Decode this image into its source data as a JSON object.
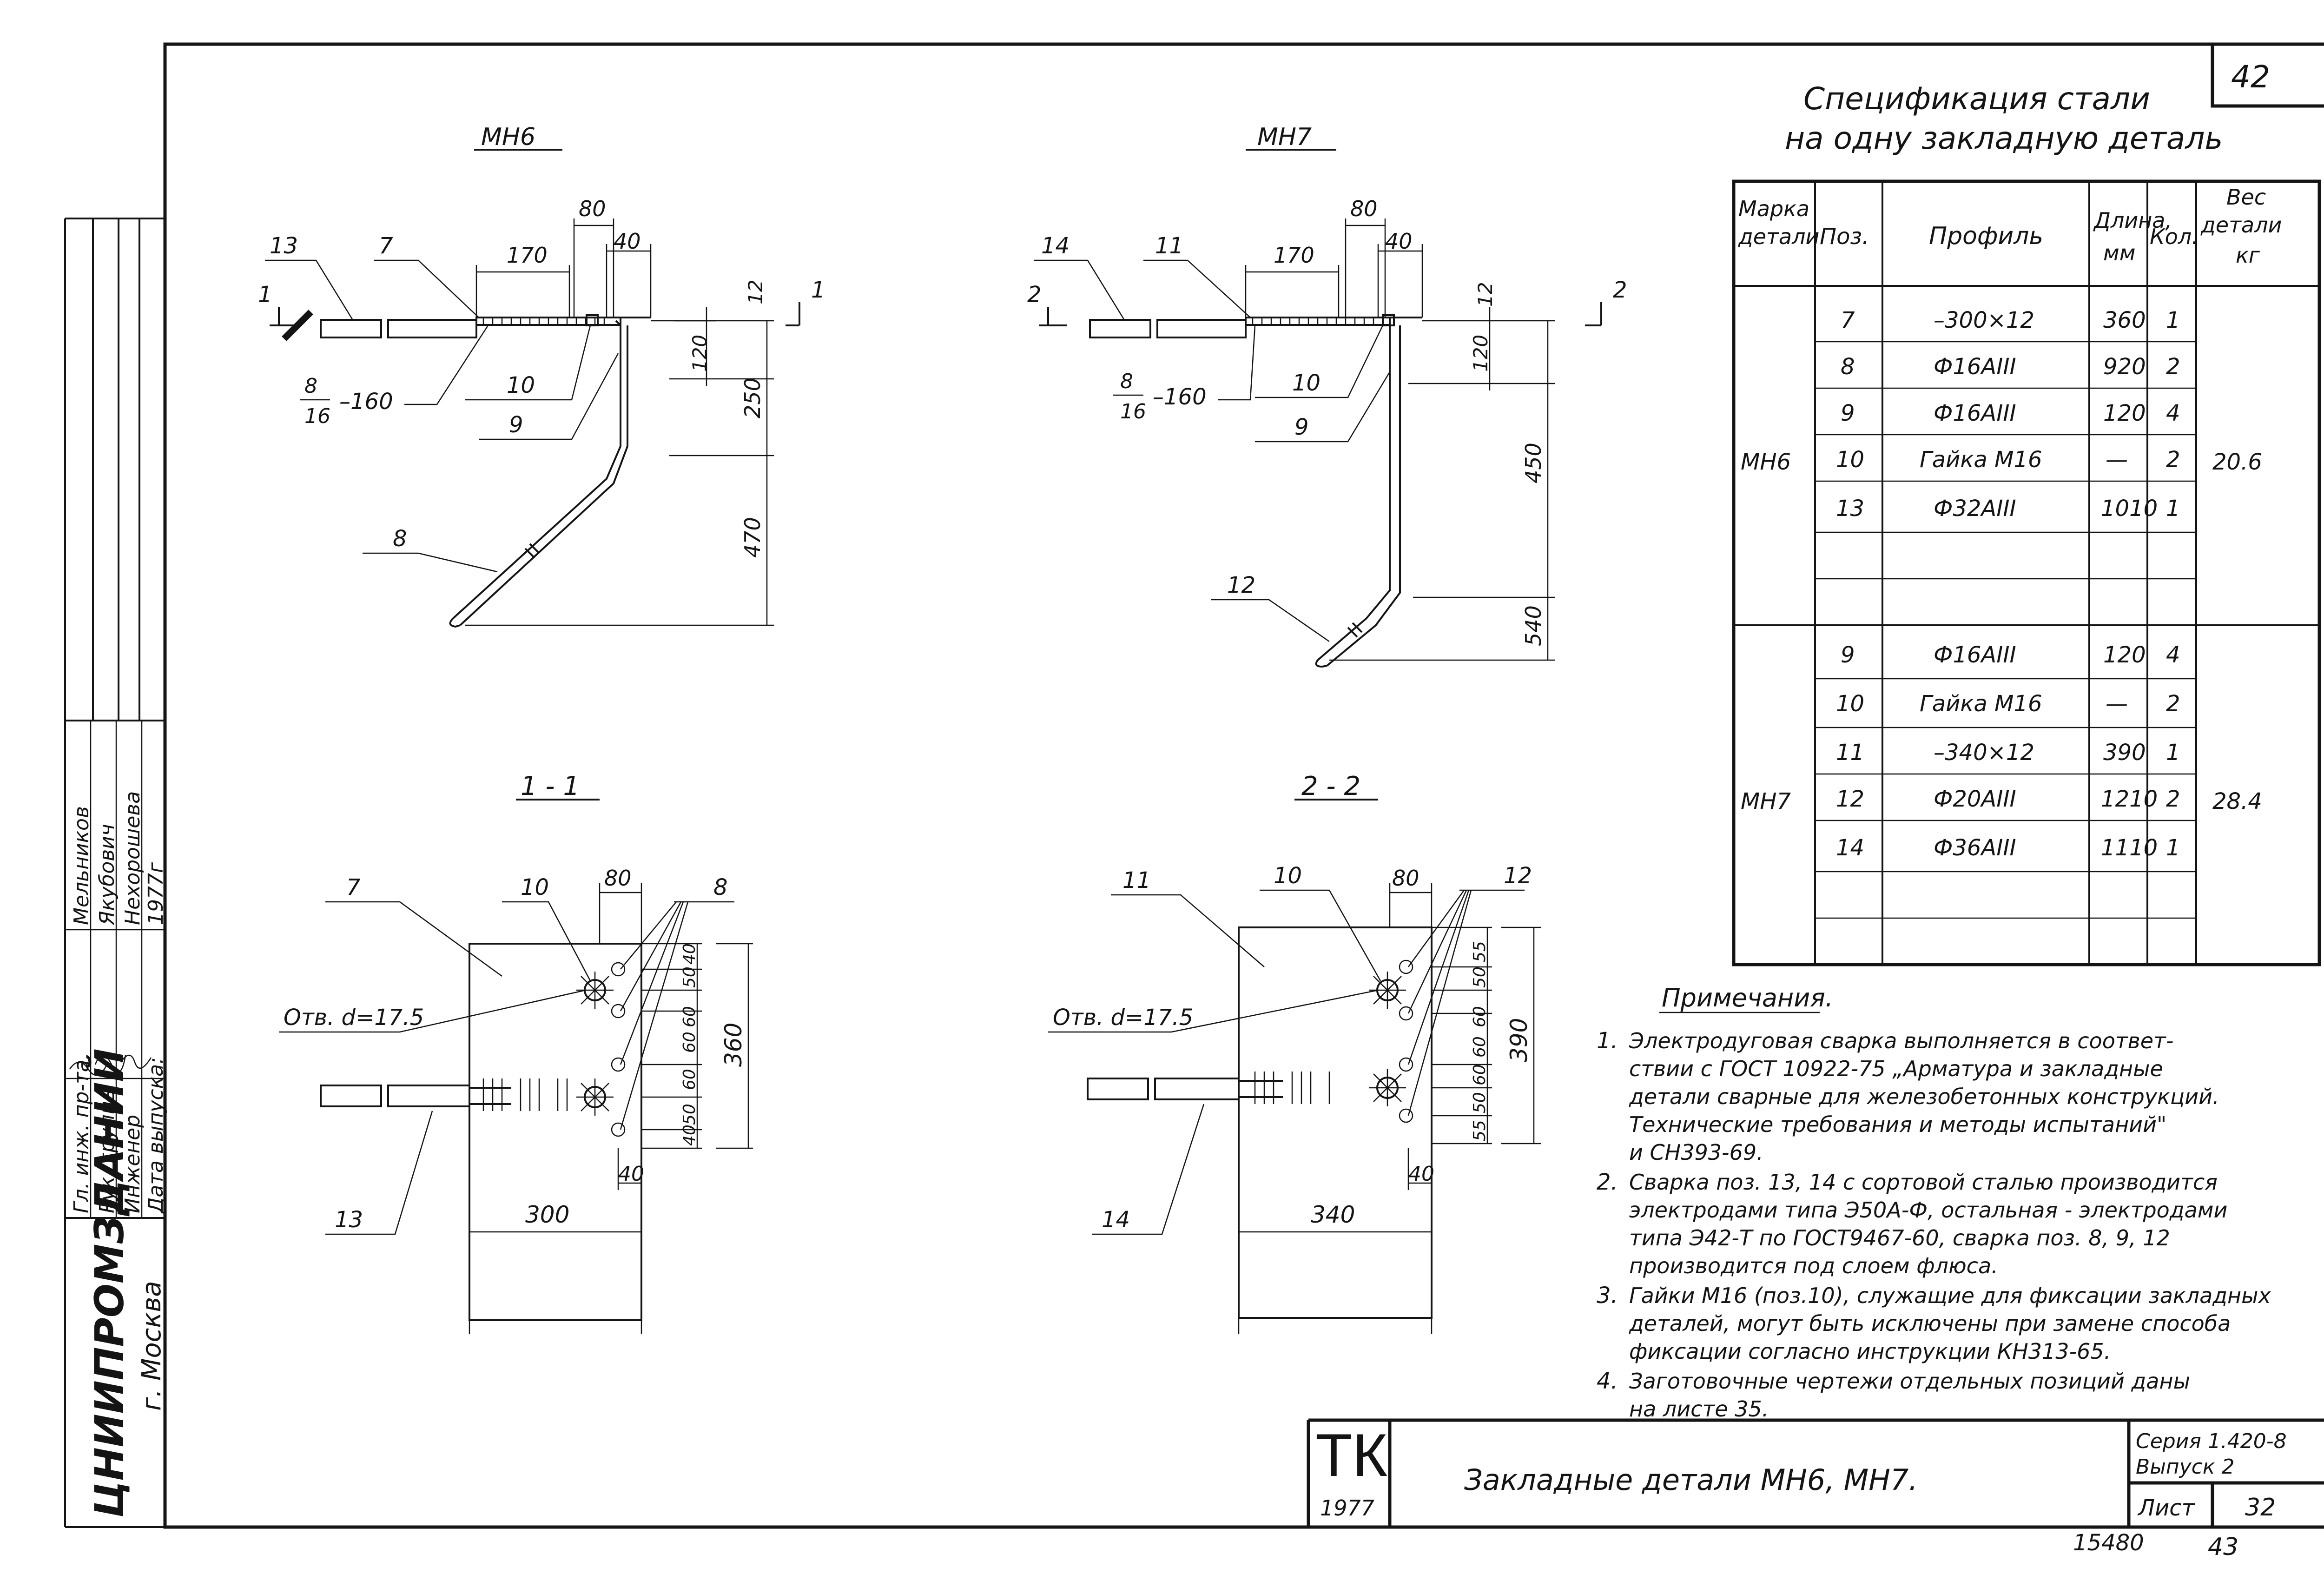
{
  "sheet_number": "42",
  "spec": {
    "title_line1": "Спецификация стали",
    "title_line2": "на одну закладную деталь",
    "headers": {
      "mark": [
        "Марка",
        "детали"
      ],
      "pos": "Поз.",
      "profile": "Профиль",
      "length": [
        "Длина,",
        "мм"
      ],
      "qty": "Кол.",
      "weight": [
        "Вес",
        "детали",
        "кг"
      ]
    },
    "groups": [
      {
        "mark": "МН6",
        "weight": "20.6",
        "rows": [
          {
            "pos": "7",
            "profile": "–300×12",
            "length": "360",
            "qty": "1"
          },
          {
            "pos": "8",
            "profile": "Ф16АIII",
            "length": "920",
            "qty": "2"
          },
          {
            "pos": "9",
            "profile": "Ф16АIII",
            "length": "120",
            "qty": "4"
          },
          {
            "pos": "10",
            "profile": "Гайка М16",
            "length": "—",
            "qty": "2"
          },
          {
            "pos": "13",
            "profile": "Ф32АIII",
            "length": "1010",
            "qty": "1"
          }
        ]
      },
      {
        "mark": "МН7",
        "weight": "28.4",
        "rows": [
          {
            "pos": "9",
            "profile": "Ф16АIII",
            "length": "120",
            "qty": "4"
          },
          {
            "pos": "10",
            "profile": "Гайка М16",
            "length": "—",
            "qty": "2"
          },
          {
            "pos": "11",
            "profile": "–340×12",
            "length": "390",
            "qty": "1"
          },
          {
            "pos": "12",
            "profile": "Ф20АIII",
            "length": "1210",
            "qty": "2"
          },
          {
            "pos": "14",
            "profile": "Ф36АIII",
            "length": "1110",
            "qty": "1"
          }
        ]
      }
    ]
  },
  "views": {
    "mn6": {
      "title": "МН6",
      "callouts": {
        "p13": "13",
        "p7": "7",
        "p10": "10",
        "p9": "9",
        "p8": "8",
        "weld_top": "8",
        "weld_bottom": "16",
        "weld_len": "–160",
        "section": "1"
      },
      "dims": {
        "d170": "170",
        "d80": "80",
        "d40": "40",
        "d12": "12",
        "d120": "120",
        "d250": "250",
        "d470": "470"
      }
    },
    "mn7": {
      "title": "МН7",
      "callouts": {
        "p14": "14",
        "p11": "11",
        "p10": "10",
        "p9": "9",
        "p12": "12",
        "weld_top": "8",
        "weld_bottom": "16",
        "weld_len": "–160",
        "section": "2"
      },
      "dims": {
        "d170": "170",
        "d80": "80",
        "d40": "40",
        "d12": "12",
        "d120": "120",
        "d450": "450",
        "d540": "540"
      }
    },
    "sec1": {
      "title": "1 - 1",
      "callouts": {
        "p7": "7",
        "p10": "10",
        "p8": "8",
        "p13": "13"
      },
      "hole": "Отв. d=17.5",
      "dims": {
        "d80": "80",
        "d360": "360",
        "d300": "300",
        "d40": "40",
        "chain": [
          "40",
          "50",
          "60",
          "60",
          "60",
          "50",
          "40"
        ]
      }
    },
    "sec2": {
      "title": "2 - 2",
      "callouts": {
        "p11": "11",
        "p10": "10",
        "p12": "12",
        "p14": "14"
      },
      "hole": "Отв. d=17.5",
      "dims": {
        "d80": "80",
        "d390": "390",
        "d340": "340",
        "d40": "40",
        "chain": [
          "55",
          "50",
          "60",
          "60",
          "60",
          "50",
          "55"
        ]
      }
    }
  },
  "notes": {
    "heading": "Примечания.",
    "items": [
      {
        "num": "1.",
        "lines": [
          "Электродуговая сварка выполняется в соответ-",
          "ствии с ГОСТ 10922-75 „Арматура и закладные",
          "детали сварные для железобетонных конструкций.",
          "Технические требования и методы испытаний\"",
          "и СН393-69."
        ]
      },
      {
        "num": "2.",
        "lines": [
          "Сварка поз. 13, 14 с сортовой сталью производится",
          "электродами типа Э50А-Ф, остальная - электродами",
          "типа Э42-Т по ГОСТ9467-60, сварка поз. 8, 9, 12",
          "производится под слоем флюса."
        ]
      },
      {
        "num": "3.",
        "lines": [
          "Гайки М16 (поз.10), служащие для фиксации закладных",
          "деталей, могут быть исключены при замене способа",
          "фиксации согласно инструкции КН313-65."
        ]
      },
      {
        "num": "4.",
        "lines": [
          "Заготовочные чертежи отдельных позиций даны",
          "на листе 35."
        ]
      }
    ]
  },
  "title_block": {
    "stamp": "ТК",
    "year": "1977",
    "name": "Закладные детали МН6, МН7.",
    "series": "Серия 1.420-8",
    "issue": "Выпуск 2",
    "sheet_label": "Лист",
    "sheet": "32"
  },
  "side_stamp": {
    "org": "ЦНИИПРОМЗДАНИЙ",
    "city": "г. Москва",
    "roles": [
      "Гл. инж. пр-та",
      "Рук. группы",
      "Инженер",
      "Дата выпуска:"
    ],
    "names": [
      "Мельников",
      "Якубович",
      "Нехорошева",
      "1977г"
    ]
  },
  "footer": {
    "inv": "15480",
    "page": "43"
  }
}
